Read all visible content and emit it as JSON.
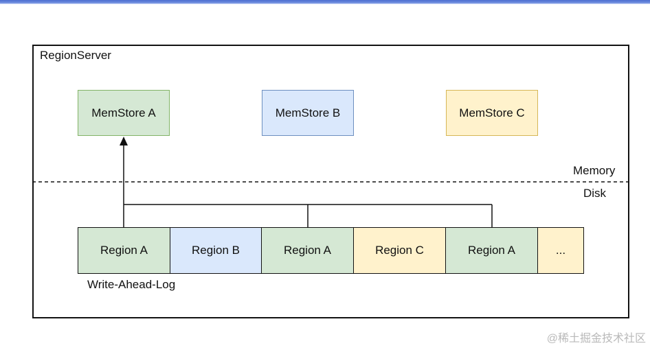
{
  "region_server": {
    "label": "RegionServer"
  },
  "memstores": [
    {
      "label": "MemStore A"
    },
    {
      "label": "MemStore B"
    },
    {
      "label": "MemStore C"
    }
  ],
  "divider": {
    "upper_label": "Memory",
    "lower_label": "Disk"
  },
  "wal": {
    "label": "Write-Ahead-Log",
    "cells": [
      {
        "label": "Region A"
      },
      {
        "label": "Region B"
      },
      {
        "label": "Region A"
      },
      {
        "label": "Region C"
      },
      {
        "label": "Region A"
      },
      {
        "label": "..."
      }
    ]
  },
  "colors": {
    "green_fill": "#d5e8d4",
    "green_stroke": "#82b366",
    "blue_fill": "#dae8fc",
    "blue_stroke": "#6c8ebf",
    "yellow_fill": "#fff2cc",
    "yellow_stroke": "#d6b656"
  },
  "watermark": "@稀土掘金技术社区"
}
